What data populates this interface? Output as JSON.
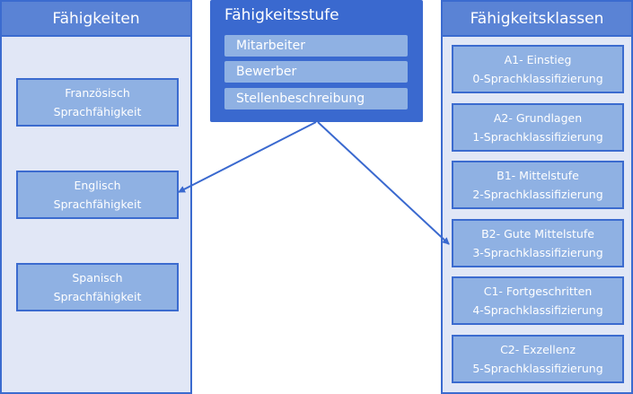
{
  "skills_panel": {
    "title": "Fähigkeiten",
    "items": [
      {
        "line1": "Französisch",
        "line2": "Sprachfähigkeit"
      },
      {
        "line1": "Englisch",
        "line2": "Sprachfähigkeit"
      },
      {
        "line1": "Spanisch",
        "line2": "Sprachfähigkeit"
      }
    ]
  },
  "level_panel": {
    "title": "Fähigkeitsstufe",
    "items": [
      "Mitarbeiter",
      "Bewerber",
      "Stellenbeschreibung"
    ]
  },
  "classes_panel": {
    "title": "Fähigkeitsklassen",
    "items": [
      {
        "line1": "A1- Einstieg",
        "line2": "0-Sprachklassifizierung"
      },
      {
        "line1": "A2- Grundlagen",
        "line2": "1-Sprachklassifizierung"
      },
      {
        "line1": "B1- Mittelstufe",
        "line2": "2-Sprachklassifizierung"
      },
      {
        "line1": "B2- Gute Mittelstufe",
        "line2": "3-Sprachklassifizierung"
      },
      {
        "line1": "C1- Fortgeschritten",
        "line2": "4-Sprachklassifizierung"
      },
      {
        "line1": "C2- Exzellenz",
        "line2": "5-Sprachklassifizierung"
      }
    ]
  },
  "connections": [
    {
      "from": "Fähigkeitsstufe",
      "to": "Englisch Sprachfähigkeit"
    },
    {
      "from": "Fähigkeitsstufe",
      "to": "B2- Gute Mittelstufe"
    }
  ],
  "colors": {
    "primary": "#3a69cf",
    "header": "#5a83d5",
    "box": "#8fb1e3",
    "panel_bg": "#e1e7f6"
  }
}
